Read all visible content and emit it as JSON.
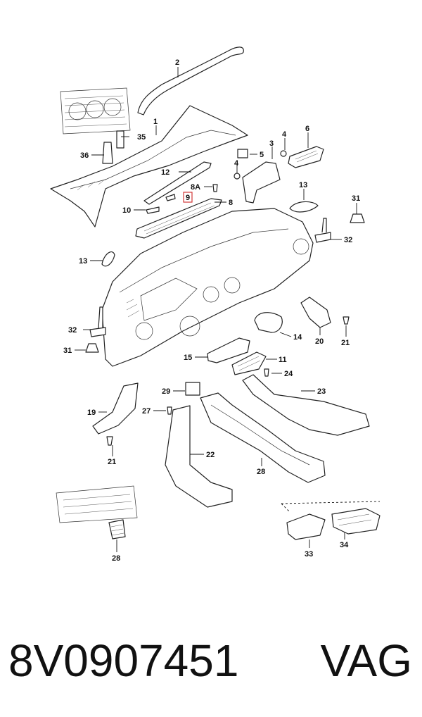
{
  "callouts": [
    {
      "id": "c1",
      "label": "1"
    },
    {
      "id": "c2",
      "label": "2"
    },
    {
      "id": "c3",
      "label": "3"
    },
    {
      "id": "c4a",
      "label": "4"
    },
    {
      "id": "c4b",
      "label": "4"
    },
    {
      "id": "c5",
      "label": "5"
    },
    {
      "id": "c6",
      "label": "6"
    },
    {
      "id": "c8",
      "label": "8"
    },
    {
      "id": "c8a",
      "label": "8A"
    },
    {
      "id": "c9",
      "label": "9"
    },
    {
      "id": "c10",
      "label": "10"
    },
    {
      "id": "c11",
      "label": "11"
    },
    {
      "id": "c12",
      "label": "12"
    },
    {
      "id": "c13a",
      "label": "13"
    },
    {
      "id": "c13b",
      "label": "13"
    },
    {
      "id": "c14",
      "label": "14"
    },
    {
      "id": "c15",
      "label": "15"
    },
    {
      "id": "c19",
      "label": "19"
    },
    {
      "id": "c20",
      "label": "20"
    },
    {
      "id": "c21a",
      "label": "21"
    },
    {
      "id": "c21b",
      "label": "21"
    },
    {
      "id": "c22",
      "label": "22"
    },
    {
      "id": "c23",
      "label": "23"
    },
    {
      "id": "c24a",
      "label": "24"
    },
    {
      "id": "c24b",
      "label": "24"
    },
    {
      "id": "c27",
      "label": "27"
    },
    {
      "id": "c28",
      "label": "28"
    },
    {
      "id": "c29",
      "label": "29"
    },
    {
      "id": "c31a",
      "label": "31"
    },
    {
      "id": "c31b",
      "label": "31"
    },
    {
      "id": "c32a",
      "label": "32"
    },
    {
      "id": "c32b",
      "label": "32"
    },
    {
      "id": "c33",
      "label": "33"
    },
    {
      "id": "c34",
      "label": "34"
    },
    {
      "id": "c35",
      "label": "35"
    },
    {
      "id": "c36",
      "label": "36"
    }
  ],
  "highlighted_callout": "9",
  "footer": {
    "part_number": "8V0907451",
    "brand": "VAG"
  },
  "colors": {
    "highlight": "#d23a3a",
    "ink": "#111111",
    "background": "#ffffff"
  }
}
